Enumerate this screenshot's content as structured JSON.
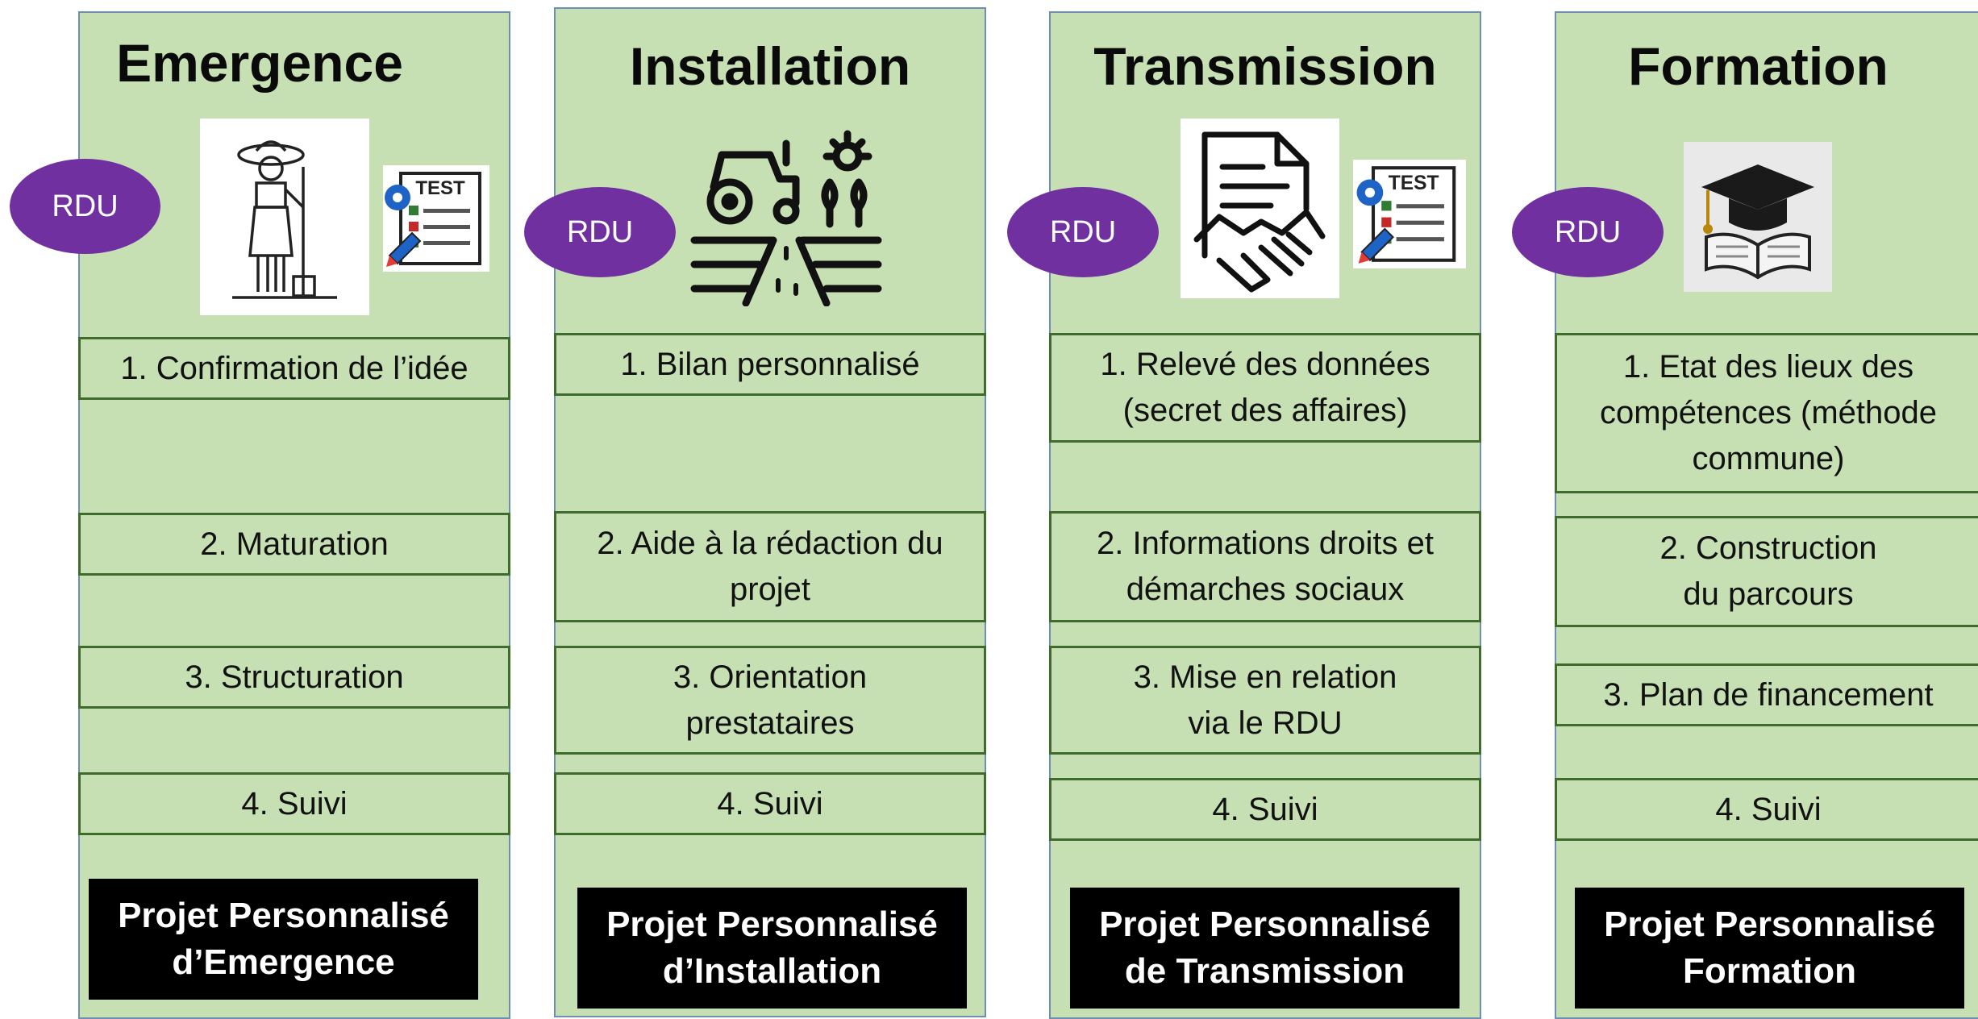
{
  "columns": [
    {
      "title": "Emergence",
      "rdu_label": "RDU",
      "steps": [
        "1. Confirmation de l’idée",
        "2. Maturation",
        "3. Structuration",
        "4. Suivi"
      ],
      "project_label": "Projet Personnalisé\nd’Emergence",
      "icons": [
        "farmer-icon",
        "test-checklist-icon"
      ]
    },
    {
      "title": "Installation",
      "rdu_label": "RDU",
      "steps": [
        "1. Bilan personnalisé",
        "2. Aide à la rédaction du\nprojet",
        "3. Orientation\nprestataires",
        "4. Suivi"
      ],
      "project_label": "Projet Personnalisé\nd’Installation",
      "icons": [
        "tractor-field-icon"
      ]
    },
    {
      "title": "Transmission",
      "rdu_label": "RDU",
      "steps": [
        "1. Relevé des données\n(secret des affaires)",
        "2. Informations droits et\ndémarches sociaux",
        "3. Mise en relation\nvia le RDU",
        "4. Suivi"
      ],
      "project_label": "Projet Personnalisé\nde Transmission",
      "icons": [
        "contract-handshake-icon",
        "test-checklist-icon"
      ]
    },
    {
      "title": "Formation",
      "rdu_label": "RDU",
      "steps": [
        "1. Etat des lieux des\ncompétences (méthode\ncommune)",
        "2. Construction\ndu parcours",
        "3. Plan de financement",
        "4. Suivi"
      ],
      "project_label": "Projet Personnalisé\nFormation",
      "icons": [
        "graduation-cap-book-icon"
      ]
    }
  ],
  "test_icon_text": "TEST",
  "colors": {
    "column_fill": "#c6e0b4",
    "column_border": "#6f8fb0",
    "step_border": "#3f6b2c",
    "rdu_fill": "#7030a0",
    "project_fill": "#000000"
  }
}
